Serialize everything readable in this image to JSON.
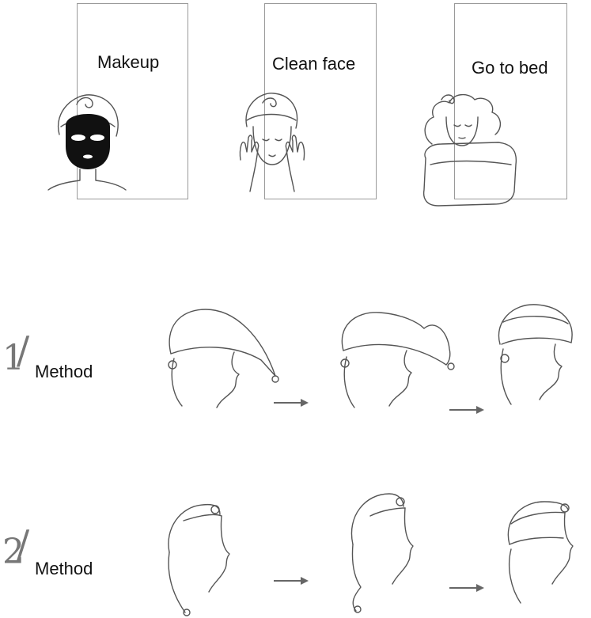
{
  "steps": [
    {
      "label": "Makeup",
      "icon": "face-mask-towel-icon"
    },
    {
      "label": "Clean face",
      "icon": "washing-face-icon"
    },
    {
      "label": "Go to bed",
      "icon": "sleeping-woman-icon"
    }
  ],
  "methods": [
    {
      "number": "1",
      "label": "Method"
    },
    {
      "number": "2",
      "label": "Method"
    }
  ],
  "colors": {
    "stroke": "#555555",
    "frame": "#9a9a9a",
    "arrow": "#666666"
  }
}
